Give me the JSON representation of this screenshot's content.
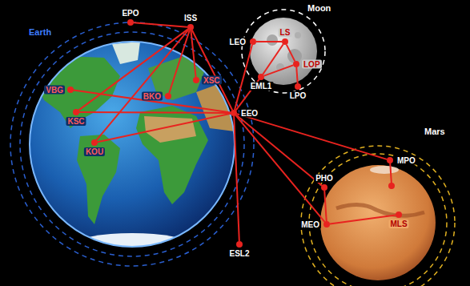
{
  "diagram": {
    "nodes": [
      {
        "text": [
          "EPO"
        ]
      },
      {
        "text": [
          "ISS"
        ]
      },
      {
        "text": [
          "LEO"
        ]
      },
      {
        "text": [
          "LS"
        ]
      },
      {
        "text": [
          "VBG"
        ]
      },
      {
        "text": [
          "LOP"
        ]
      },
      {
        "text": [
          "EML1"
        ]
      },
      {
        "text": [
          "LPO"
        ]
      },
      {
        "text": [
          "BKO"
        ]
      },
      {
        "text": [
          "XSC"
        ]
      },
      {
        "text": [
          "KSC"
        ]
      },
      {
        "text": [
          "EEO"
        ]
      },
      {
        "text": [
          "KOU"
        ]
      },
      {
        "text": [
          "PHO"
        ]
      },
      {
        "text": [
          "MPO"
        ]
      },
      {
        "text": [
          "MEO"
        ]
      },
      {
        "text": [
          "MLS"
        ]
      },
      {
        "text": [
          "ESL2"
        ]
      }
    ],
    "edges": [
      {
        "from": 0,
        "to": 1,
        "arrow": "none"
      },
      {
        "from": 1,
        "to": 10,
        "arrow": "none"
      },
      {
        "from": 1,
        "to": 12,
        "arrow": "none"
      },
      {
        "from": 1,
        "to": 8,
        "arrow": "none"
      },
      {
        "from": 1,
        "to": 9,
        "arrow": "none"
      },
      {
        "from": 1,
        "to": 11,
        "arrow": "none"
      },
      {
        "from": 11,
        "to": 4,
        "arrow": "none"
      },
      {
        "from": 11,
        "to": 10,
        "arrow": "none"
      },
      {
        "from": 11,
        "to": 12,
        "arrow": "none"
      },
      {
        "from": 11,
        "to": 2,
        "arrow": "none"
      },
      {
        "from": 11,
        "to": 6,
        "arrow": "none"
      },
      {
        "from": 2,
        "to": 3,
        "arrow": "none"
      },
      {
        "from": 3,
        "to": 5,
        "arrow": "none"
      },
      {
        "from": 6,
        "to": 5,
        "arrow": "none"
      },
      {
        "from": 5,
        "to": 7,
        "arrow": "none"
      },
      {
        "from": 6,
        "to": 3,
        "arrow": "none"
      },
      {
        "from": 11,
        "to": 17,
        "arrow": "none"
      },
      {
        "from": 11,
        "to": 13,
        "arrow": "none"
      },
      {
        "from": 11,
        "to": 15,
        "arrow": "none"
      },
      {
        "from": 11,
        "to": 14,
        "arrow": "none"
      },
      {
        "from": 13,
        "to": 15,
        "arrow": "none"
      },
      {
        "from": 15,
        "to": 16,
        "arrow": "none"
      }
    ],
    "labels": [
      "Earth",
      "Moon",
      "Mars"
    ]
  }
}
